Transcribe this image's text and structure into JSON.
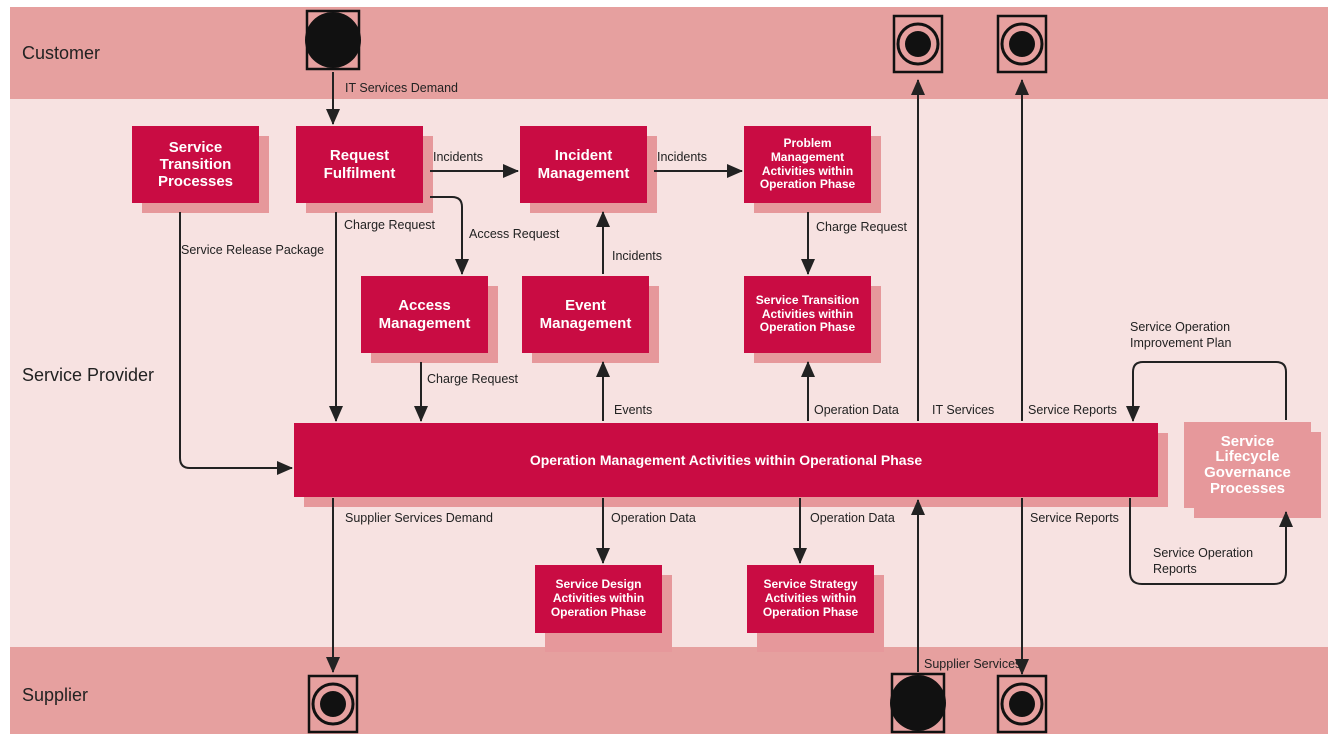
{
  "colors": {
    "lane_outer": "#e6a09f",
    "lane_inner": "#f7e2e1",
    "process": "#c90c43",
    "process_shadow": "#e6989b",
    "arrow": "#222222"
  },
  "lanes": {
    "customer": "Customer",
    "service_provider": "Service Provider",
    "supplier": "Supplier"
  },
  "processes": {
    "service_transition_processes": "Service\nTransition\nProcesses",
    "request_fulfilment": "Request\nFulfilment",
    "incident_management": "Incident\nManagement",
    "problem_management": "Problem\nManagement\nActivities within\nOperation Phase",
    "access_management": "Access\nManagement",
    "event_management": "Event\nManagement",
    "service_transition_activities": "Service Transition\nActivities within\nOperation Phase",
    "operation_management": "Operation Management Activities within Operational Phase",
    "service_lifecycle_governance": "Service\nLifecycle\nGovernance\nProcesses",
    "service_design_activities": "Service Design\nActivities within\nOperation Phase",
    "service_strategy_activities": "Service Strategy\nActivities within\nOperation Phase"
  },
  "flows": {
    "it_services_demand": "IT Services Demand",
    "incidents_rf_to_im": "Incidents",
    "incidents_im_to_pm": "Incidents",
    "incidents_em_to_im": "Incidents",
    "charge_request_pm": "Charge Request",
    "charge_request_rf": "Charge Request",
    "access_request": "Access Request",
    "service_release_package": "Service Release Package",
    "charge_request_am": "Charge Request",
    "events": "Events",
    "operation_data_up": "Operation Data",
    "it_services": "IT Services",
    "service_reports_up": "Service Reports",
    "service_operation_improvement_plan": "Service Operation\nImprovement Plan",
    "supplier_services_demand": "Supplier Services Demand",
    "operation_data_design": "Operation Data",
    "operation_data_strategy": "Operation Data",
    "service_reports_down": "Service Reports",
    "service_operation_reports": "Service Operation\nReports",
    "supplier_services": "Supplier Services"
  }
}
